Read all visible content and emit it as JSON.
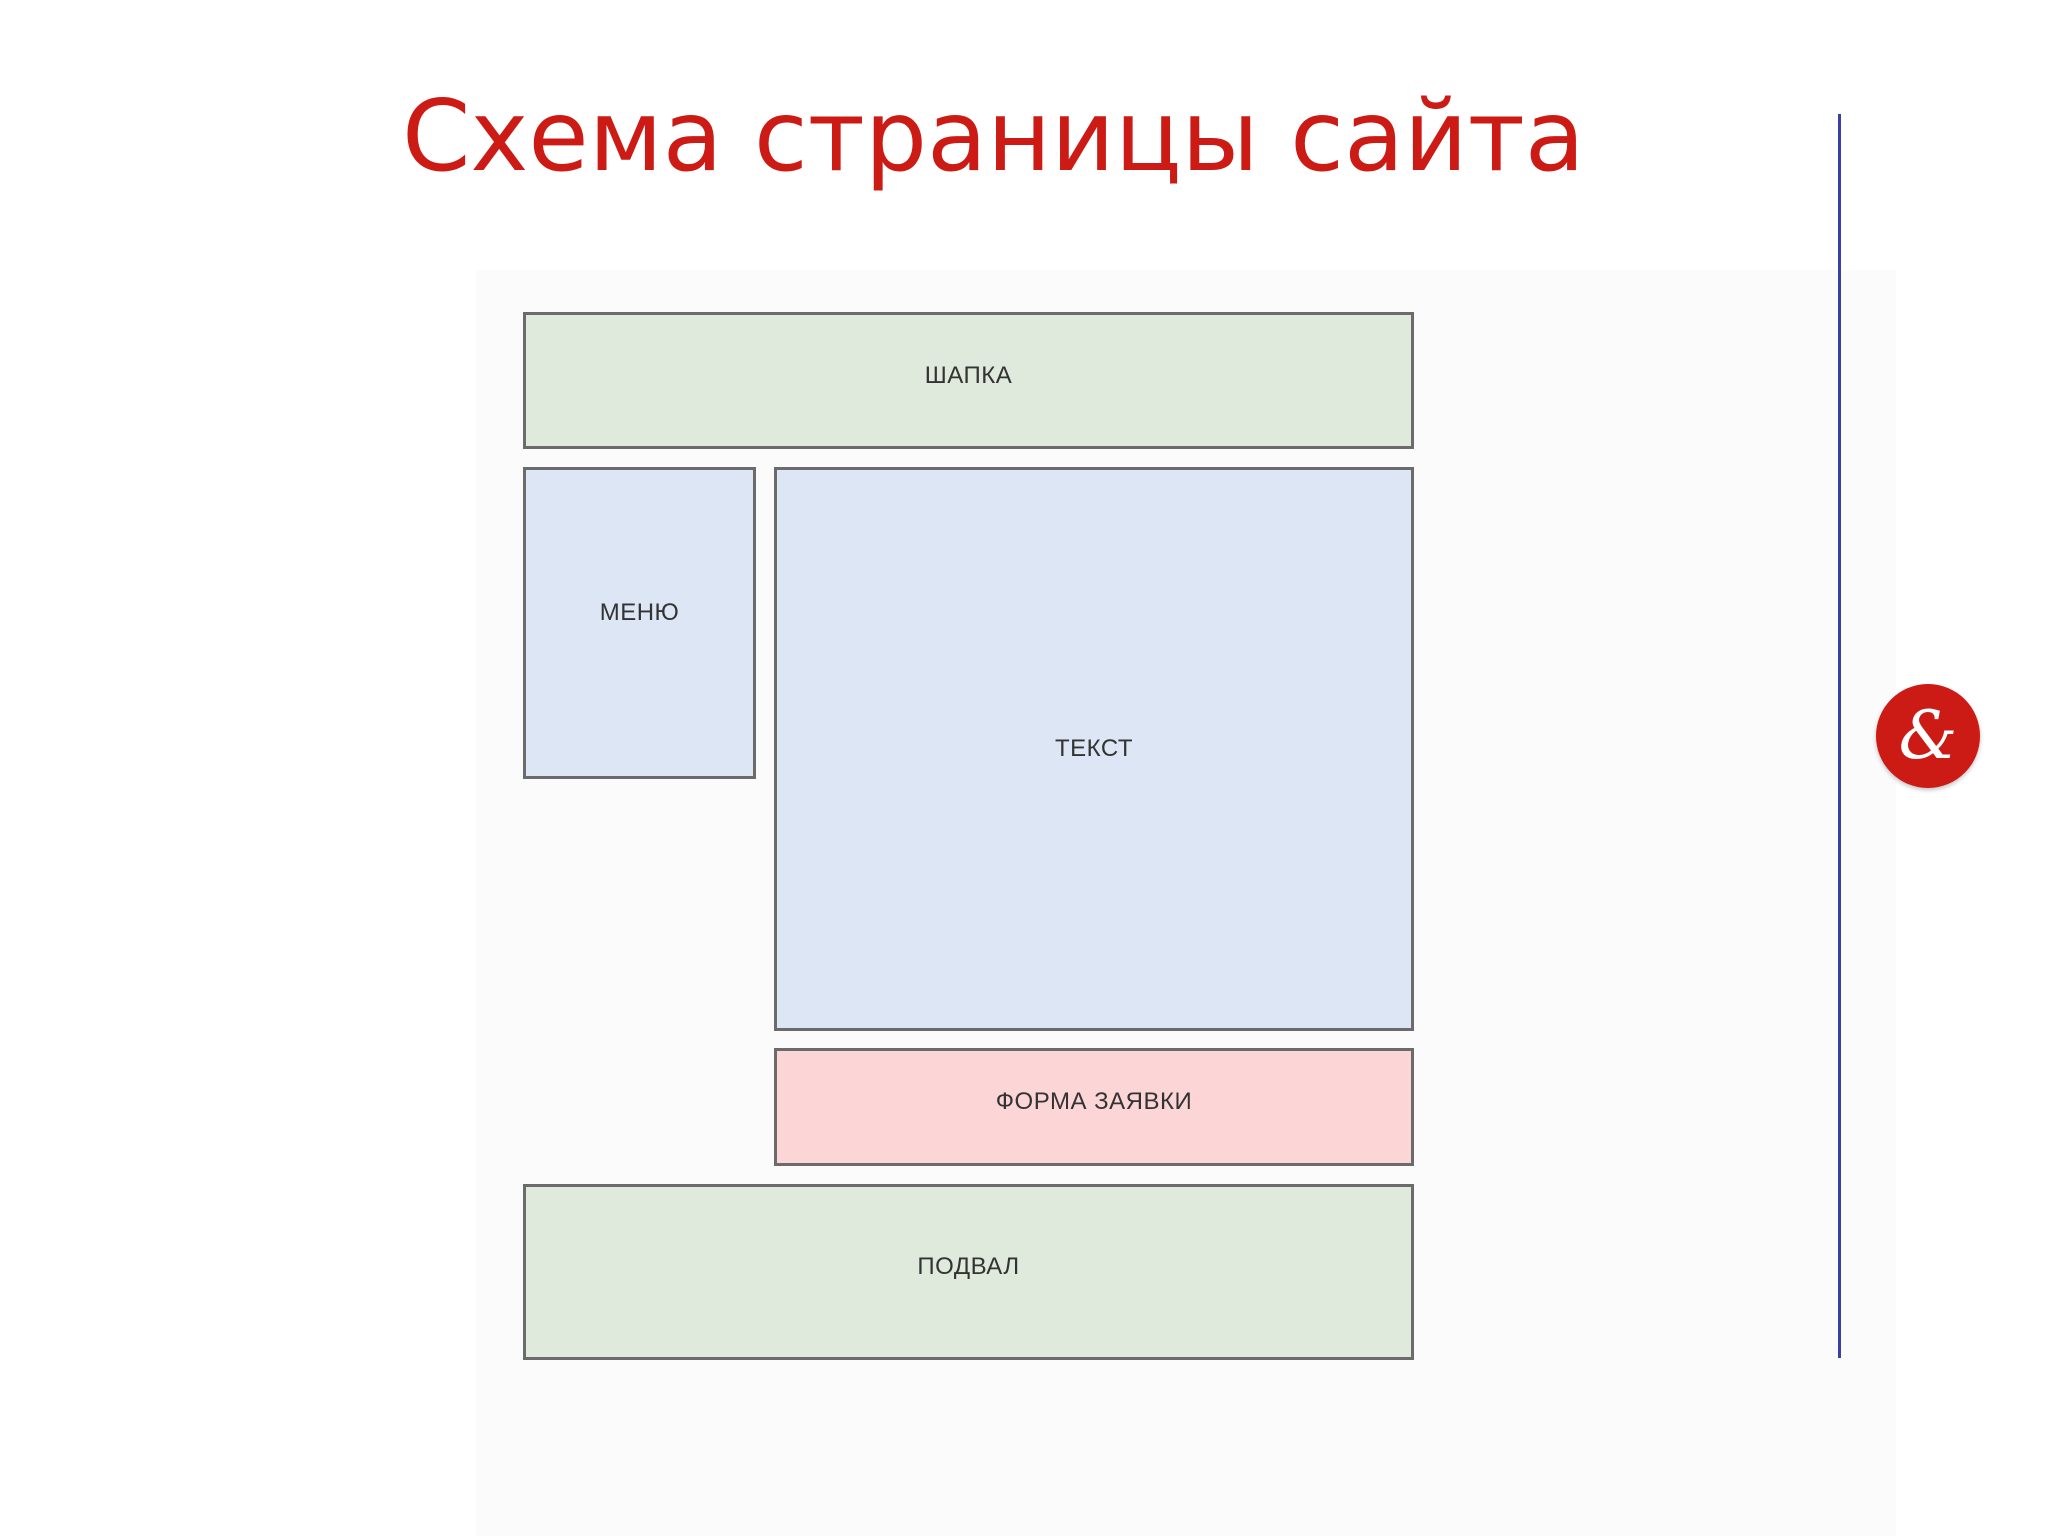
{
  "slide": {
    "title": "Схема страницы сайта"
  },
  "diagram": {
    "blocks": {
      "header": "ШАПКА",
      "menu": "МЕНЮ",
      "text": "ТЕКСТ",
      "form": "ФОРМА ЗАЯВКИ",
      "footer": "ПОДВАЛ"
    }
  },
  "logo": {
    "icon": "ampersand-logo-icon",
    "symbol": "&"
  },
  "colors": {
    "title": "#cc1a14",
    "green_block": "#dfe9dc",
    "blue_block": "#dce6f4",
    "pink_block": "#fcd5d6",
    "divider": "#3a3fa5",
    "logo": "#cc1a14"
  }
}
